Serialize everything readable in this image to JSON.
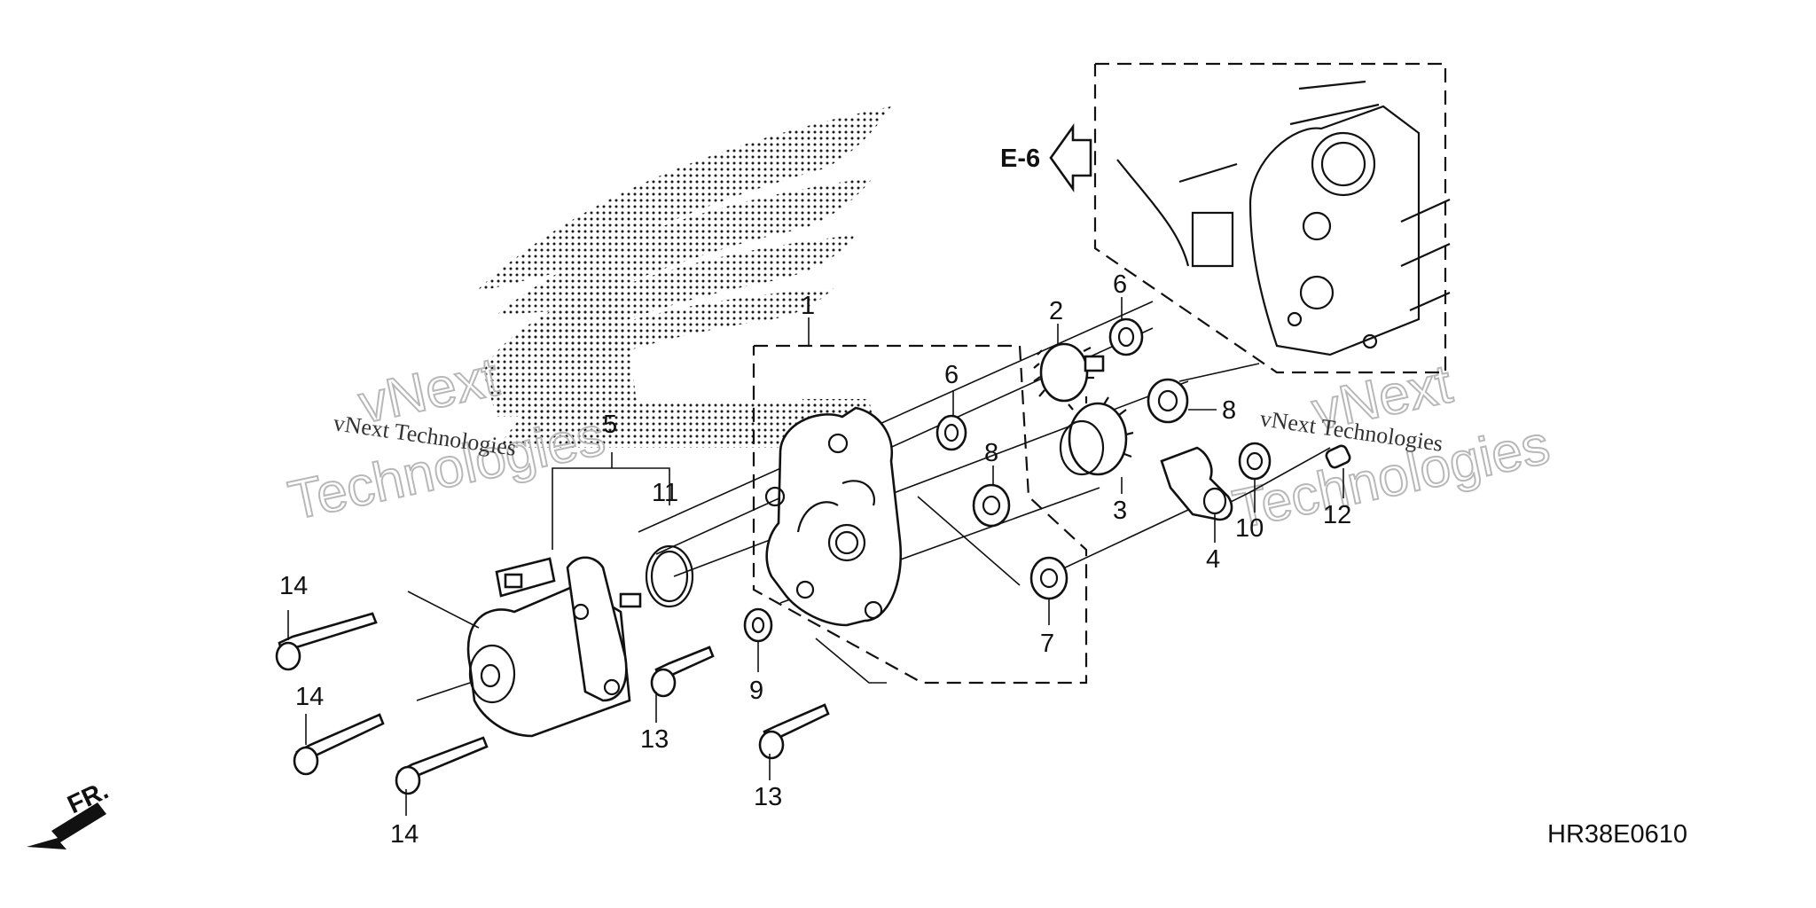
{
  "diagram": {
    "ref_arrow_label": "E-6",
    "front_label": "FR.",
    "drawing_code": "HR38E0610",
    "watermark": {
      "line1": "vNext",
      "line2": "Technologies",
      "caption": "vNext Technologies"
    },
    "callouts": {
      "c1": "1",
      "c2": "2",
      "c3": "3",
      "c4": "4",
      "c5": "5",
      "c6a": "6",
      "c6b": "6",
      "c7": "7",
      "c8a": "8",
      "c8b": "8",
      "c9": "9",
      "c10": "10",
      "c11": "11",
      "c12": "12",
      "c13a": "13",
      "c13b": "13",
      "c14a": "14",
      "c14b": "14",
      "c14c": "14"
    }
  }
}
